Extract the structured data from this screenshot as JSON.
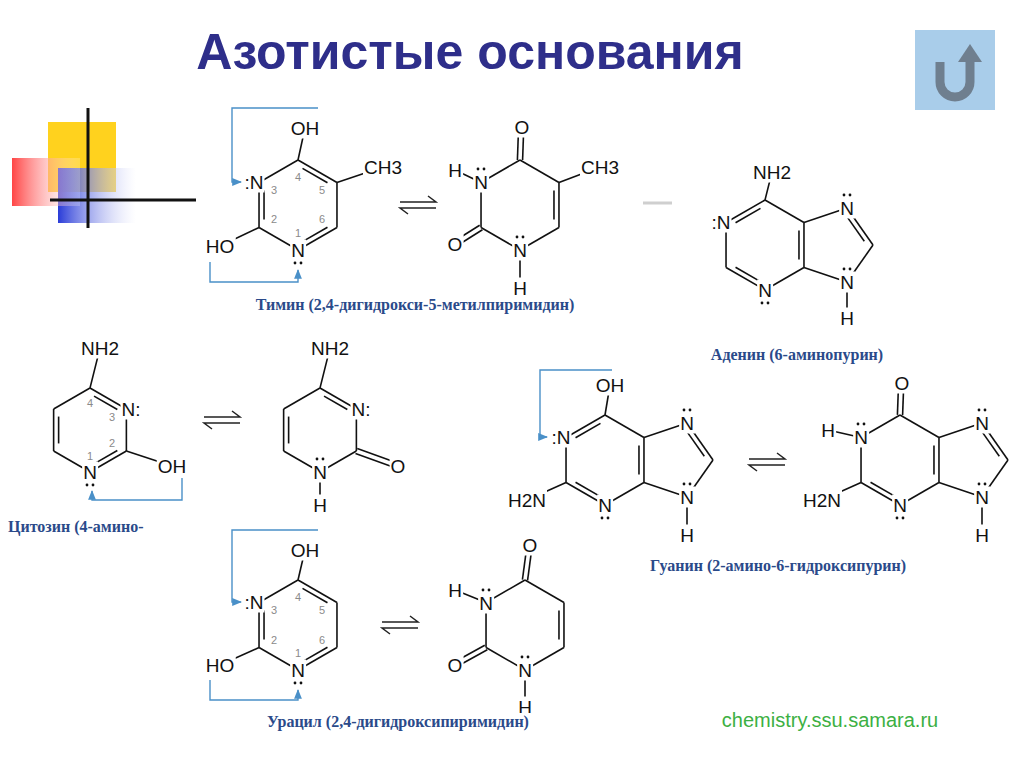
{
  "diagram": {
    "title": "Азотистые основания",
    "labels": [
      "OH",
      "CH3",
      ":N",
      "4",
      "3",
      "5",
      "2",
      "6",
      "1",
      "HO",
      "N",
      "H",
      "N",
      "O",
      "CH3",
      "O",
      "N",
      "H",
      "Тимин (2,4-дигидрокси-5-метилпиримидин)",
      "NH2",
      ":N",
      "N",
      "N",
      "N",
      "H",
      "Аденин (6-аминопурин)",
      "NH2",
      "4",
      "N:",
      "3",
      "2",
      "OH",
      "1",
      "N",
      "NH2",
      "N:",
      "N",
      "O",
      "H",
      "Цитозин (4-амино-",
      "OH",
      ":N",
      "N",
      "H2N",
      "N",
      "N",
      "H",
      "Гуанин (2-амино-6-гидроксипурин)",
      "O",
      "H",
      "N",
      "N",
      "H2N",
      "N",
      "N",
      "H",
      "OH",
      ":N",
      "4",
      "3",
      "5",
      "2",
      "6",
      "1",
      "HO",
      "N",
      "O",
      "H",
      "N",
      "O",
      "N",
      "H",
      "Урацил (2,4-дигидроксипиримидин)",
      "chemistry.ssu.samara.ru"
    ]
  }
}
